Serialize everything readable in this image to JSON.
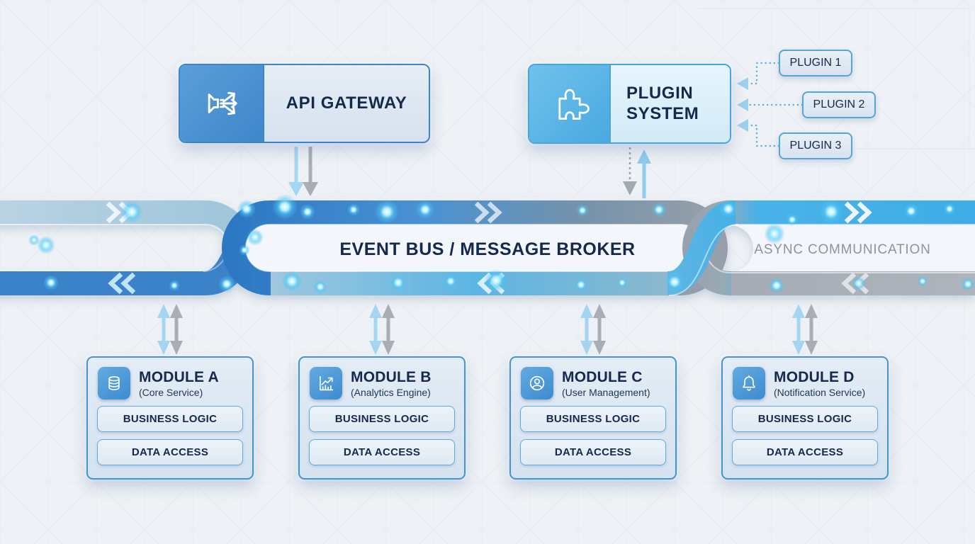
{
  "event_bus": {
    "label": "EVENT BUS / MESSAGE BROKER"
  },
  "async_channel": {
    "label": "ASYNC COMMUNICATION"
  },
  "api_gateway": {
    "label": "API GATEWAY",
    "icon": "broadcast-icon"
  },
  "plugin_system": {
    "label_line1": "PLUGIN",
    "label_line2": "SYSTEM",
    "icon": "puzzle-icon",
    "plugins": [
      {
        "label": "PLUGIN 1"
      },
      {
        "label": "PLUGIN 2"
      },
      {
        "label": "PLUGIN 3"
      }
    ]
  },
  "modules": [
    {
      "name": "MODULE A",
      "subtitle": "(Core Service)",
      "icon": "database-icon",
      "layers": [
        {
          "label": "BUSINESS LOGIC"
        },
        {
          "label": "DATA ACCESS"
        }
      ]
    },
    {
      "name": "MODULE B",
      "subtitle": "(Analytics Engine)",
      "icon": "analytics-chart-icon",
      "layers": [
        {
          "label": "BUSINESS LOGIC"
        },
        {
          "label": "DATA ACCESS"
        }
      ]
    },
    {
      "name": "MODULE C",
      "subtitle": "(User Management)",
      "icon": "user-icon",
      "layers": [
        {
          "label": "BUSINESS LOGIC"
        },
        {
          "label": "DATA ACCESS"
        }
      ]
    },
    {
      "name": "MODULE D",
      "subtitle": "(Notification Service)",
      "icon": "bell-icon",
      "layers": [
        {
          "label": "BUSINESS LOGIC"
        },
        {
          "label": "DATA ACCESS"
        }
      ]
    }
  ],
  "colors": {
    "background": "#eef1f5",
    "navy_text": "#14294b",
    "bus_blue": "#2e78c2",
    "cyan_band": "#45b0e7",
    "gray_band": "#a7adb5",
    "pale_band": "#a9cbde",
    "node_border_blue": "#3c86c8",
    "module_border": "#4196d2",
    "panel_light": "#dde7f2",
    "arrow_blue": "#a4d6f1",
    "arrow_gray": "#a9aeb5",
    "async_text": "#8c949f"
  }
}
